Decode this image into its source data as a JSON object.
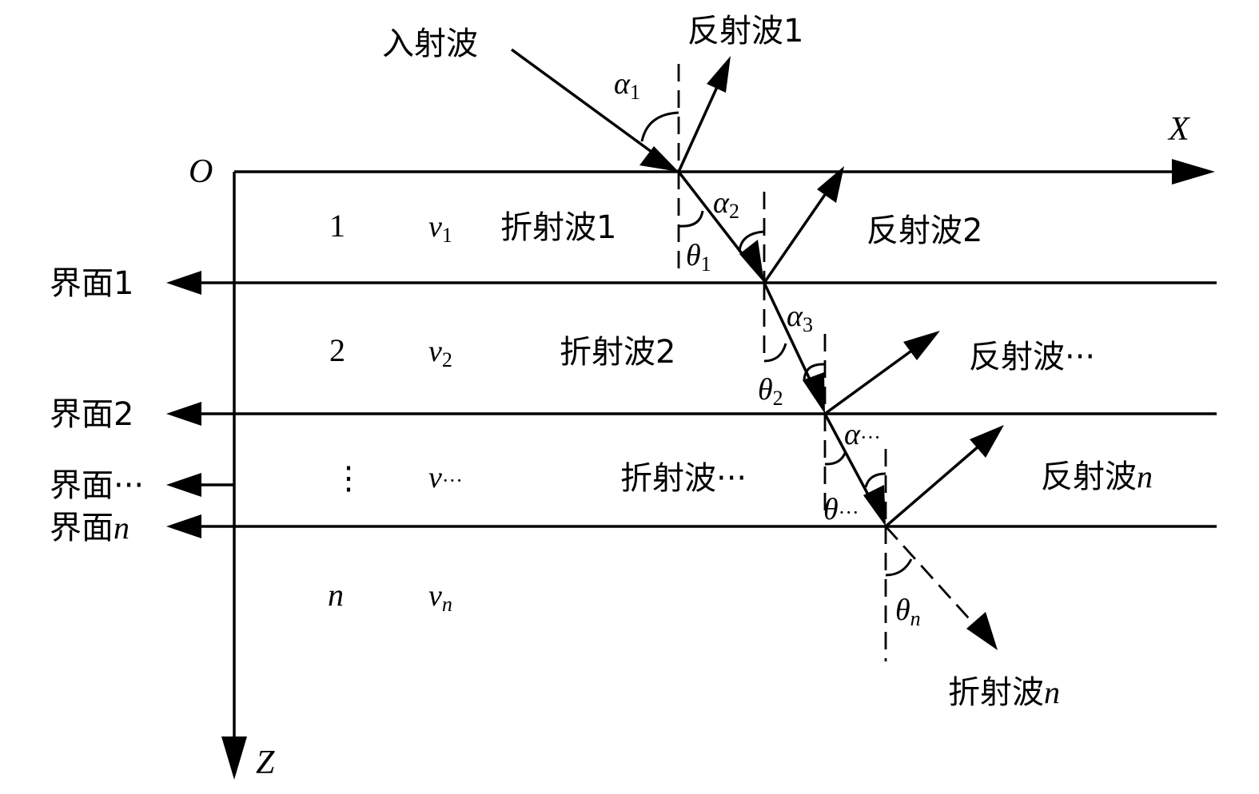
{
  "axes": {
    "origin": "O",
    "x": "X",
    "z": "Z"
  },
  "waves": {
    "incident": "入射波",
    "reflected_1": "反射波1",
    "reflected_2": "反射波2",
    "reflected_dots": "反射波···",
    "reflected_n_prefix": "反射波",
    "refracted_1": "折射波1",
    "refracted_2": "折射波2",
    "refracted_dots": "折射波···",
    "refracted_n_prefix": "折射波"
  },
  "interfaces": {
    "prefix": "界面",
    "i1": "界面1",
    "i2": "界面2",
    "idots": "界面···"
  },
  "layers": {
    "l1": {
      "index": "1",
      "v": "v",
      "v_sub": "1"
    },
    "l2": {
      "index": "2",
      "v": "v",
      "v_sub": "2"
    },
    "ldots": {
      "index": "⋮",
      "v": "v",
      "v_sub": "···"
    },
    "ln": {
      "index": "n",
      "v": "v",
      "v_sub": "n"
    }
  },
  "angles": {
    "alpha": "α",
    "theta": "θ",
    "a1_sub": "1",
    "a2_sub": "2",
    "a3_sub": "3",
    "adots_sub": "···",
    "t1_sub": "1",
    "t2_sub": "2",
    "tdots_sub": "···",
    "tn_sub": "n"
  },
  "n_symbol": "n"
}
